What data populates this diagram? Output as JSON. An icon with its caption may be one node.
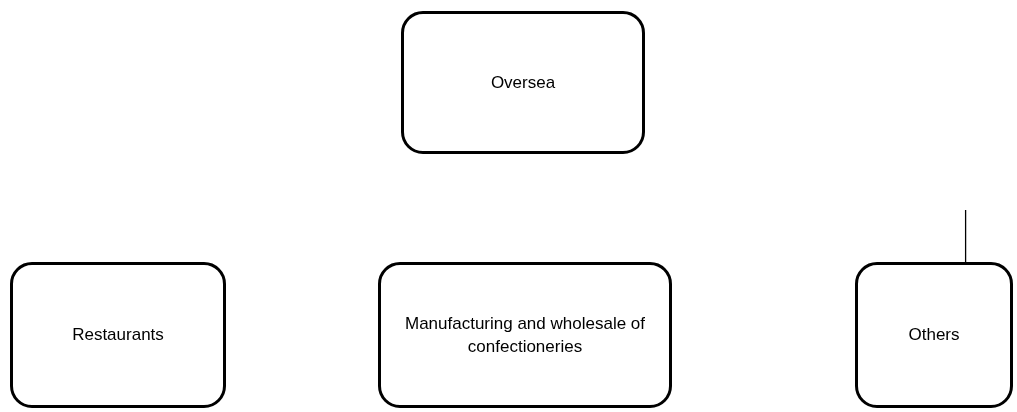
{
  "diagram": {
    "nodes": [
      {
        "text": [
          "Oversea"
        ]
      },
      {
        "text": [
          "Restaurants"
        ]
      },
      {
        "text": [
          "Manufacturing and wholesale of confectioneries"
        ]
      },
      {
        "text": [
          "Others"
        ]
      }
    ],
    "edges": [
      {
        "from": null,
        "to": 3,
        "arrow": "none"
      }
    ]
  }
}
